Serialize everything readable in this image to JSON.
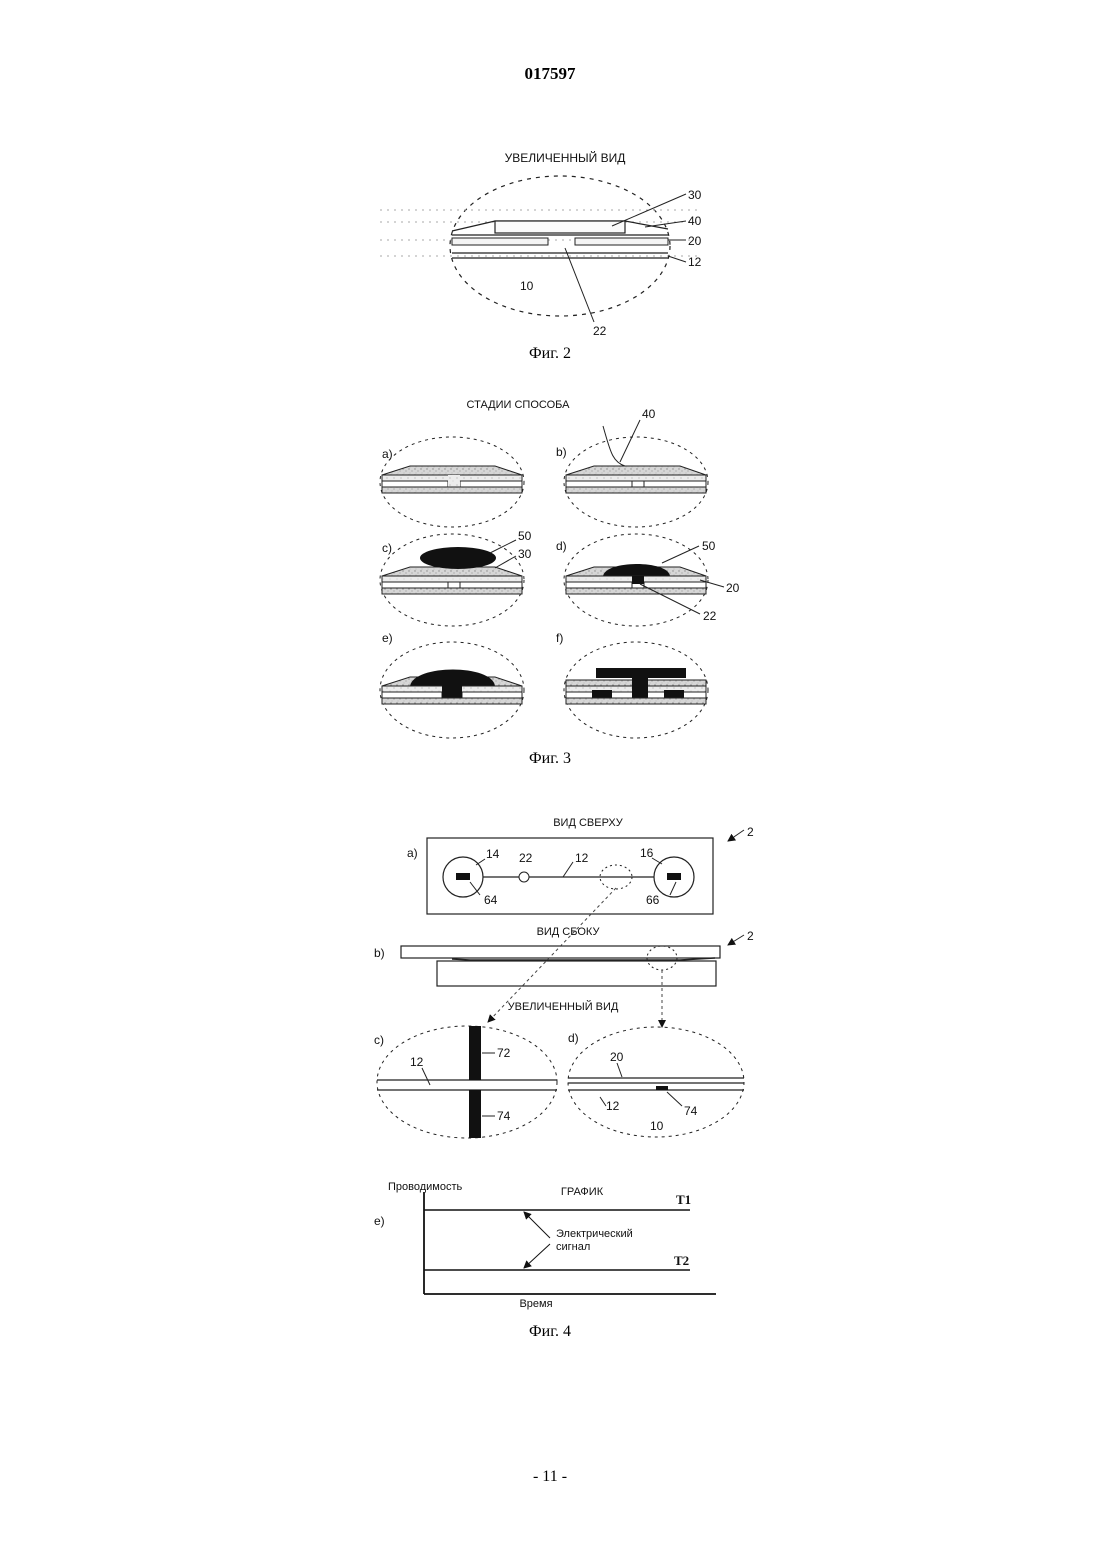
{
  "header": {
    "doc_number": "017597"
  },
  "fig2": {
    "title": "УВЕЛИЧЕННЫЙ ВИД",
    "labels": {
      "l30": "30",
      "l40": "40",
      "l20": "20",
      "l12": "12",
      "l10": "10",
      "l22": "22"
    },
    "caption": "Фиг. 2"
  },
  "fig3": {
    "title": "СТАДИИ СПОСОБА",
    "panels": {
      "a": "a)",
      "b": "b)",
      "c": "c)",
      "d": "d)",
      "e": "e)",
      "f": "f)"
    },
    "labels": {
      "b40": "40",
      "c50": "50",
      "c30": "30",
      "d50": "50",
      "d20": "20",
      "d22": "22"
    },
    "caption": "Фиг. 3"
  },
  "fig4": {
    "top_title": "ВИД СВЕРХУ",
    "side_title": "ВИД СБОКУ",
    "zoom_title": "УВЕЛИЧЕННЫЙ ВИД",
    "graph_title": "ГРАФИК",
    "panels": {
      "a": "a)",
      "b": "b)",
      "c": "c)",
      "d": "d)",
      "e": "e)"
    },
    "labels": {
      "ref2a": "2",
      "ref2b": "2",
      "a14": "14",
      "a22": "22",
      "a12": "12",
      "a16": "16",
      "a64": "64",
      "a66": "66",
      "c12": "12",
      "c72": "72",
      "c74": "74",
      "d20": "20",
      "d12": "12",
      "d74": "74",
      "d10": "10"
    },
    "graph": {
      "ylabel": "Проводимость",
      "xlabel": "Время",
      "t1": "T1",
      "t2": "T2",
      "annotation_line1": "Электрический",
      "annotation_line2": "сигнал"
    },
    "caption": "Фиг. 4"
  },
  "footer": {
    "page_number": "- 11 -"
  }
}
